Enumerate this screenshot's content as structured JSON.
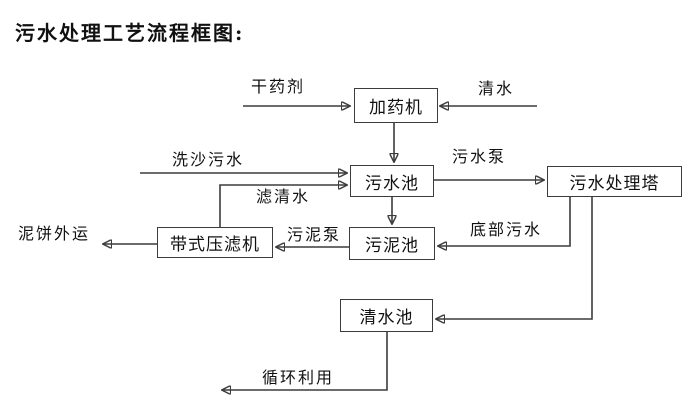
{
  "title": "污水处理工艺流程框图:",
  "colors": {
    "background": "#ffffff",
    "line": "#3c3c3c",
    "text": "#111111"
  },
  "diagram": {
    "nodes": [
      {
        "id": "dosing-machine",
        "label": "加药机"
      },
      {
        "id": "sewage-pool",
        "label": "污水池"
      },
      {
        "id": "sewage-treatment-tower",
        "label": "污水处理塔"
      },
      {
        "id": "sludge-pool",
        "label": "污泥池"
      },
      {
        "id": "belt-filter-press",
        "label": "带式压滤机"
      },
      {
        "id": "clean-water-pool",
        "label": "清水池"
      }
    ],
    "flow_labels": [
      {
        "id": "dry-chemical",
        "label": "干药剂"
      },
      {
        "id": "clean-water",
        "label": "清水"
      },
      {
        "id": "sand-washing-sewage",
        "label": "洗沙污水"
      },
      {
        "id": "filtered-water",
        "label": "滤清水"
      },
      {
        "id": "sewage-pump",
        "label": "污水泵"
      },
      {
        "id": "sludge-pump",
        "label": "污泥泵"
      },
      {
        "id": "bottom-sewage",
        "label": "底部污水"
      },
      {
        "id": "mud-cake-outbound",
        "label": "泥饼外运"
      },
      {
        "id": "recycling",
        "label": "循环利用"
      }
    ],
    "edges": [
      {
        "from": "external",
        "to": "dosing-machine",
        "label": "干药剂"
      },
      {
        "from": "external",
        "to": "dosing-machine",
        "label": "清水"
      },
      {
        "from": "dosing-machine",
        "to": "sewage-pool",
        "label": ""
      },
      {
        "from": "external",
        "to": "sewage-pool",
        "label": "洗沙污水"
      },
      {
        "from": "belt-filter-press",
        "to": "sewage-pool",
        "label": "滤清水"
      },
      {
        "from": "sewage-pool",
        "to": "sewage-treatment-tower",
        "label": "污水泵"
      },
      {
        "from": "sewage-pool",
        "to": "sludge-pool",
        "label": ""
      },
      {
        "from": "sewage-treatment-tower",
        "to": "sludge-pool",
        "label": "底部污水"
      },
      {
        "from": "sludge-pool",
        "to": "belt-filter-press",
        "label": "污泥泵"
      },
      {
        "from": "belt-filter-press",
        "to": "external",
        "label": "泥饼外运"
      },
      {
        "from": "sewage-treatment-tower",
        "to": "clean-water-pool",
        "label": ""
      },
      {
        "from": "clean-water-pool",
        "to": "external",
        "label": "循环利用"
      }
    ]
  }
}
